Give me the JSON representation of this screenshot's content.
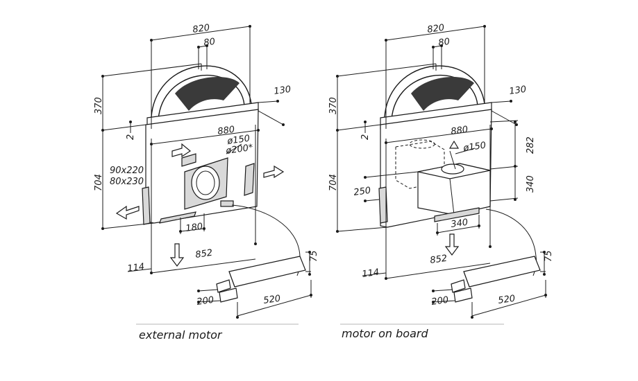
{
  "captions": {
    "left": "external motor",
    "right": "motor on board"
  },
  "left_view": {
    "dim_width_top": "820",
    "dim_outlet": "80",
    "dim_depth": "130",
    "dim_arch_height": "370",
    "dim_lip": "2",
    "dim_width_body": "880",
    "dim_duct_150": "ø150",
    "dim_duct_200": "ø200*",
    "dim_side_vent_1": "90x220",
    "dim_side_vent_2": "80x230",
    "dim_body_height": "704",
    "dim_slot": "180",
    "dim_width_base": "852",
    "dim_base_depth": "114",
    "dim_transformer_height": "75",
    "dim_transformer_width": "200",
    "dim_transformer_length": "520"
  },
  "right_view": {
    "dim_width_top": "820",
    "dim_outlet": "80",
    "dim_depth": "130",
    "dim_arch_height": "370",
    "dim_lip": "2",
    "dim_width_body": "880",
    "dim_duct_150": "ø150",
    "dim_motor_offset": "282",
    "dim_motor_height": "340",
    "dim_side": "250",
    "dim_body_height": "704",
    "dim_motor_width": "340",
    "dim_width_base": "852",
    "dim_base_depth": "114",
    "dim_transformer_height": "75",
    "dim_transformer_width": "200",
    "dim_transformer_length": "520"
  }
}
